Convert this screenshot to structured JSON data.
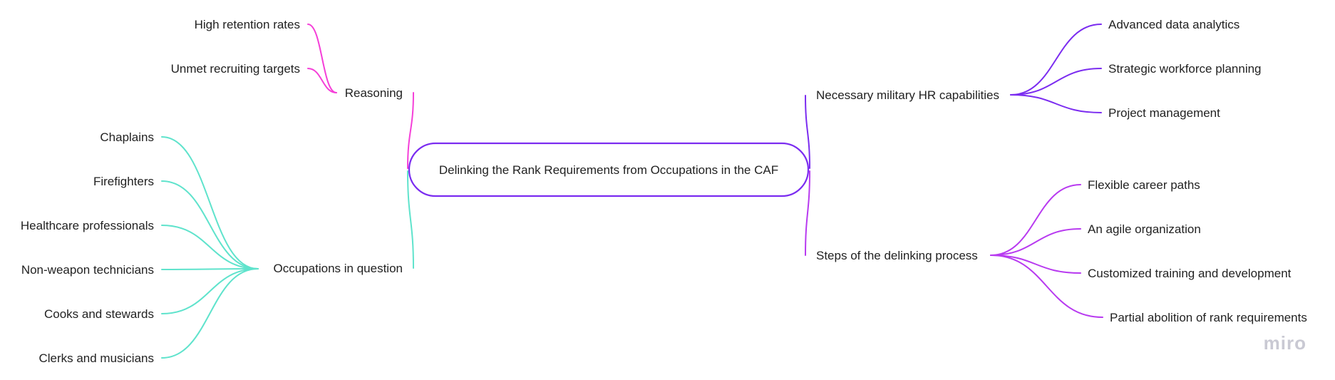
{
  "central": {
    "label": "Delinking the Rank Requirements from Occupations in the CAF"
  },
  "branches": {
    "reasoning": {
      "label": "Reasoning",
      "color": "#f53fd8",
      "children": [
        "High retention rates",
        "Unmet recruiting targets"
      ]
    },
    "occupations": {
      "label": "Occupations in question",
      "color": "#5fe3cc",
      "children": [
        "Chaplains",
        "Firefighters",
        "Healthcare professionals",
        "Non-weapon technicians",
        "Cooks and stewards",
        "Clerks and musicians"
      ]
    },
    "capabilities": {
      "label": "Necessary military HR capabilities",
      "color": "#7b2cf0",
      "children": [
        "Advanced data analytics",
        "Strategic workforce planning",
        "Project management"
      ]
    },
    "steps": {
      "label": "Steps of the delinking process",
      "color": "#b83af0",
      "children": [
        "Flexible career paths",
        "An agile organization",
        "Customized training and development",
        "Partial abolition of rank requirements"
      ]
    }
  },
  "central_border_color": "#7b2cf0",
  "watermark": "miro"
}
